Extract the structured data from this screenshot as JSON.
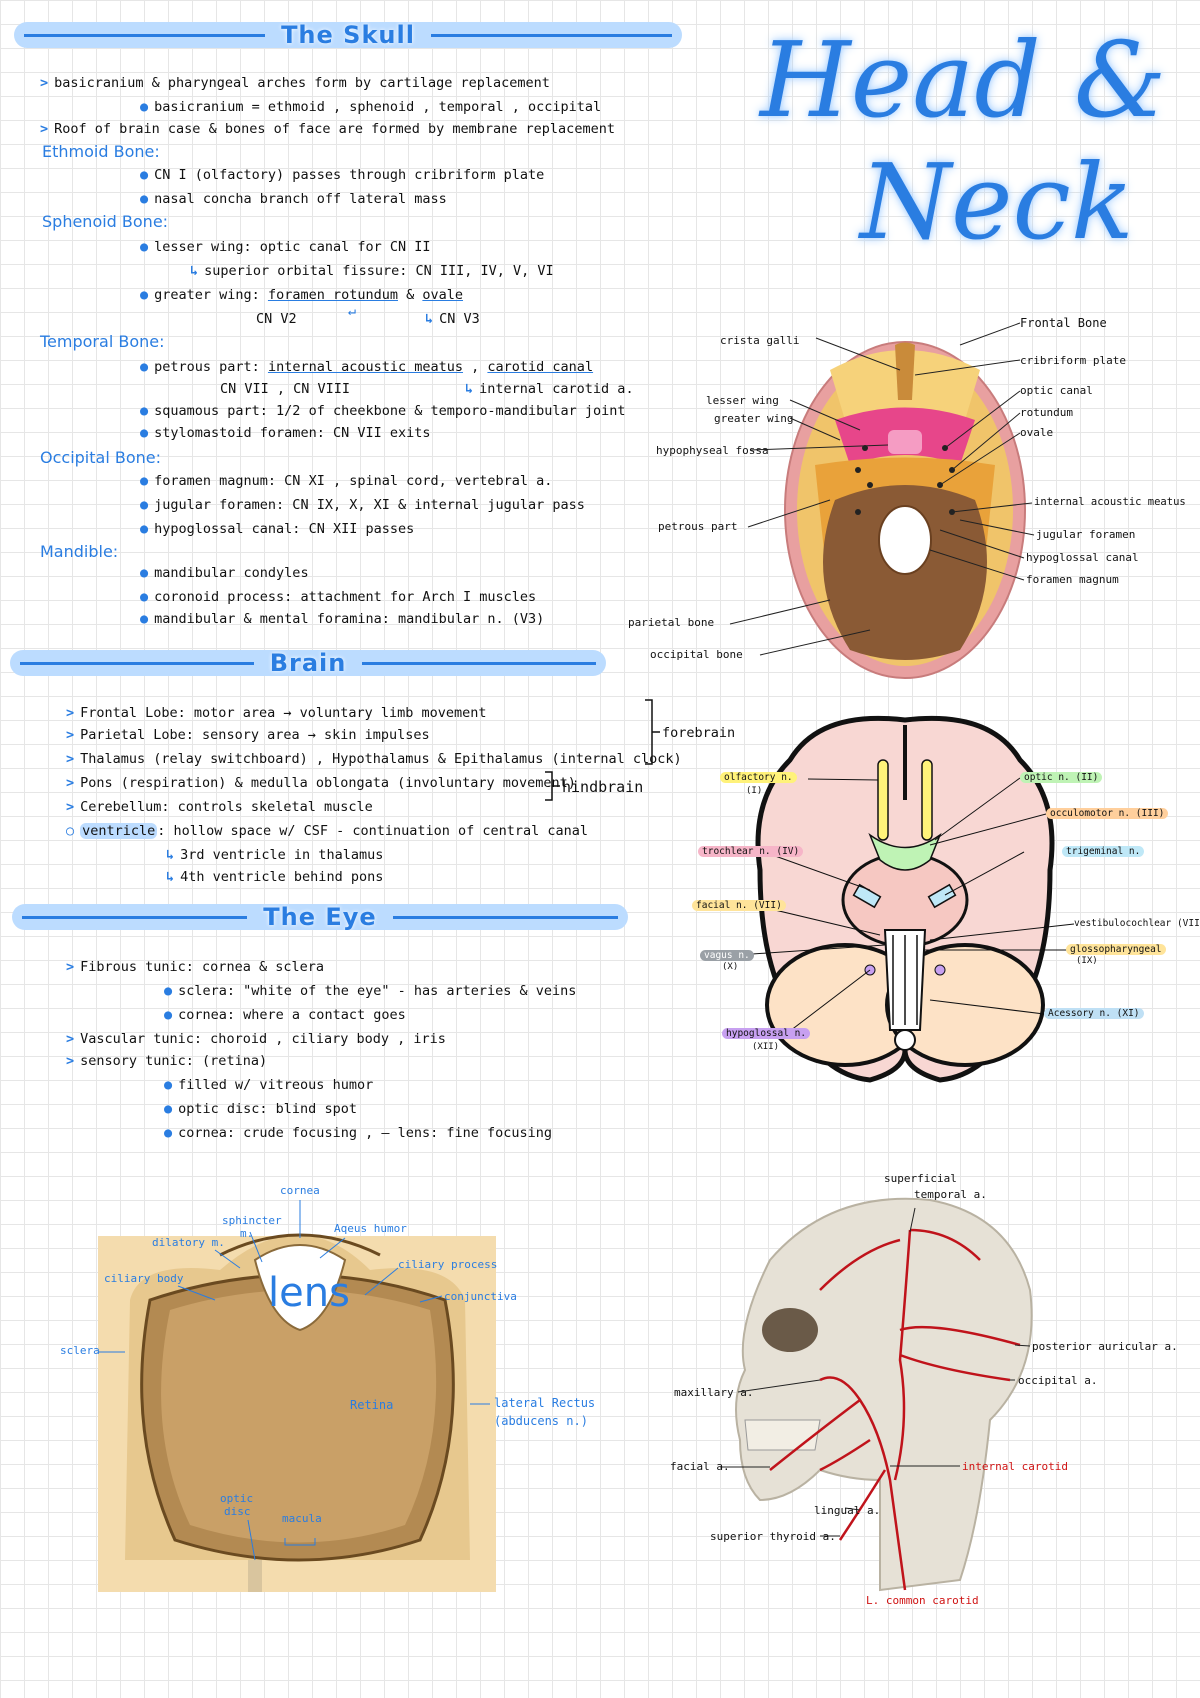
{
  "title": {
    "line1": "Head &",
    "line2": "Neck"
  },
  "sections": {
    "skull": "The Skull",
    "brain": "Brain",
    "eye": "The Eye"
  },
  "skull": {
    "intro1": "basicranium & pharyngeal arches form by cartilage replacement",
    "intro1_sub": "basicranium = ethmoid , sphenoid , temporal , occipital",
    "intro2": "Roof of brain case & bones of face are formed by membrane replacement",
    "ethmoid": {
      "label": "Ethmoid Bone:",
      "items": [
        "CN I (olfactory) passes through cribriform plate",
        "nasal concha branch off lateral mass"
      ]
    },
    "sphenoid": {
      "label": "Sphenoid Bone:",
      "lesser": "lesser wing: optic canal for CN II",
      "lesser_sub": "superior orbital fissure: CN III, IV, V, VI",
      "greater_prefix": "greater wing: ",
      "rotundum": "foramen rotundum",
      "amp": " & ",
      "ovale": "ovale",
      "cn_v2": "CN V2",
      "cn_v3": "CN V3"
    },
    "temporal": {
      "label": "Temporal Bone:",
      "petrous_prefix": "petrous part: ",
      "iam": "internal acoustic meatus",
      "comma": " , ",
      "carotid": "carotid canal",
      "cn_78": "CN VII , CN VIII",
      "int_carotid": "internal carotid a.",
      "squamous": "squamous part: 1/2 of cheekbone & temporo-mandibular joint",
      "stylo": "stylomastoid foramen: CN VII exits"
    },
    "occipital": {
      "label": "Occipital Bone:",
      "items": [
        "foramen magnum: CN XI , spinal cord, vertebral a.",
        "jugular foramen: CN IX, X, XI & internal jugular pass",
        "hypoglossal canal: CN XII passes"
      ]
    },
    "mandible": {
      "label": "Mandible:",
      "items": [
        "mandibular condyles",
        "coronoid process: attachment for Arch I muscles",
        "mandibular & mental foramina: mandibular n. (V3)"
      ]
    }
  },
  "brain": {
    "items": [
      "Frontal Lobe: motor area → voluntary limb movement",
      "Parietal Lobe: sensory area → skin impulses",
      "Thalamus (relay switchboard) , Hypothalamus & Epithalamus (internal clock)",
      "Pons (respiration) & medulla oblongata (involuntary movement)",
      "Cerebellum: controls skeletal muscle"
    ],
    "ventricle_word": "ventricle",
    "ventricle_rest": ": hollow space w/ CSF - continuation of central canal",
    "ventricle_sub1": "3rd ventricle in thalamus",
    "ventricle_sub2": "4th ventricle behind pons",
    "forebrain": "forebrain",
    "hindbrain": "hindbrain"
  },
  "eye": {
    "fibrous": "Fibrous tunic: cornea & sclera",
    "fibrous_sub1": "sclera: \"white of the eye\" - has arteries & veins",
    "fibrous_sub2": "cornea: where a contact goes",
    "vascular": "Vascular tunic: choroid , ciliary body , iris",
    "sensory": "sensory tunic: (retina)",
    "sensory_sub1": "filled w/ vitreous humor",
    "sensory_sub2": "optic disc: blind spot",
    "sensory_sub3": "cornea: crude focusing , — lens: fine focusing"
  },
  "skull_fig": {
    "labels": {
      "crista": "crista galli",
      "lesser": "lesser wing",
      "greater": "greater wing",
      "hypo_fossa": "hypophyseal fossa",
      "petrous": "petrous part",
      "parietal": "parietal bone",
      "occipital": "occipital bone",
      "frontal": "Frontal Bone",
      "cribriform": "cribriform plate",
      "optic": "optic canal",
      "rotundum": "rotundum",
      "ovale": "ovale",
      "iam": "internal acoustic meatus",
      "jugular": "jugular foramen",
      "hypoglossal": "hypoglossal canal",
      "magnum": "foramen magnum"
    }
  },
  "brain_fig": {
    "labels": {
      "olfactory": "olfactory n.",
      "olfactory_num": "(I)",
      "optic": "optic n. (II)",
      "oculomotor": "occulomotor n. (III)",
      "trochlear": "trochlear n. (IV)",
      "trigeminal": "trigeminal n.",
      "facial": "facial n. (VII)",
      "vestibulo": "vestibulocochlear (VIII)",
      "vagus": "vagus n.",
      "vagus_num": "(X)",
      "glosso": "glossopharyngeal",
      "glosso_num": "(IX)",
      "accessory": "Acessory n. (XI)",
      "hypoglossal": "hypoglossal n.",
      "hypoglossal_num": "(XII)"
    },
    "colors": {
      "olfactory": "#fff27a",
      "optic": "#bff3b5",
      "oculomotor": "#ffcf9c",
      "trochlear": "#f6b5c8",
      "trigeminal": "#bfe8f7",
      "facial": "#ffe49a",
      "vagus": "#9aa0a6",
      "glosso": "#ffe49a",
      "accessory": "#bfe0f5",
      "hypoglossal": "#c7a0f0"
    }
  },
  "eye_fig": {
    "labels": {
      "cornea": "cornea",
      "sphincter": "sphincter",
      "sphincter2": "m.",
      "dilatory": "dilatory m.",
      "aqueous": "Aqeus humor",
      "ciliary_body": "ciliary body",
      "ciliary_process": "ciliary process",
      "conjunctiva": "conjunctiva",
      "lens": "lens",
      "sclera": "sclera",
      "retina": "Retina",
      "lateral": "lateral Rectus",
      "lateral2": "(abducens n.)",
      "optic": "optic",
      "optic2": "disc",
      "macula": "macula"
    }
  },
  "head_fig": {
    "labels": {
      "sup_temporal": "superficial",
      "sup_temporal2": "temporal a.",
      "post_auricular": "posterior auricular a.",
      "occipital": "occipital a.",
      "maxillary": "maxillary a.",
      "facial": "facial a.",
      "internal_carotid": "internal carotid",
      "lingual": "lingual a.",
      "sup_thyroid": "superior thyroid a.",
      "common_carotid": "L. common carotid"
    }
  }
}
